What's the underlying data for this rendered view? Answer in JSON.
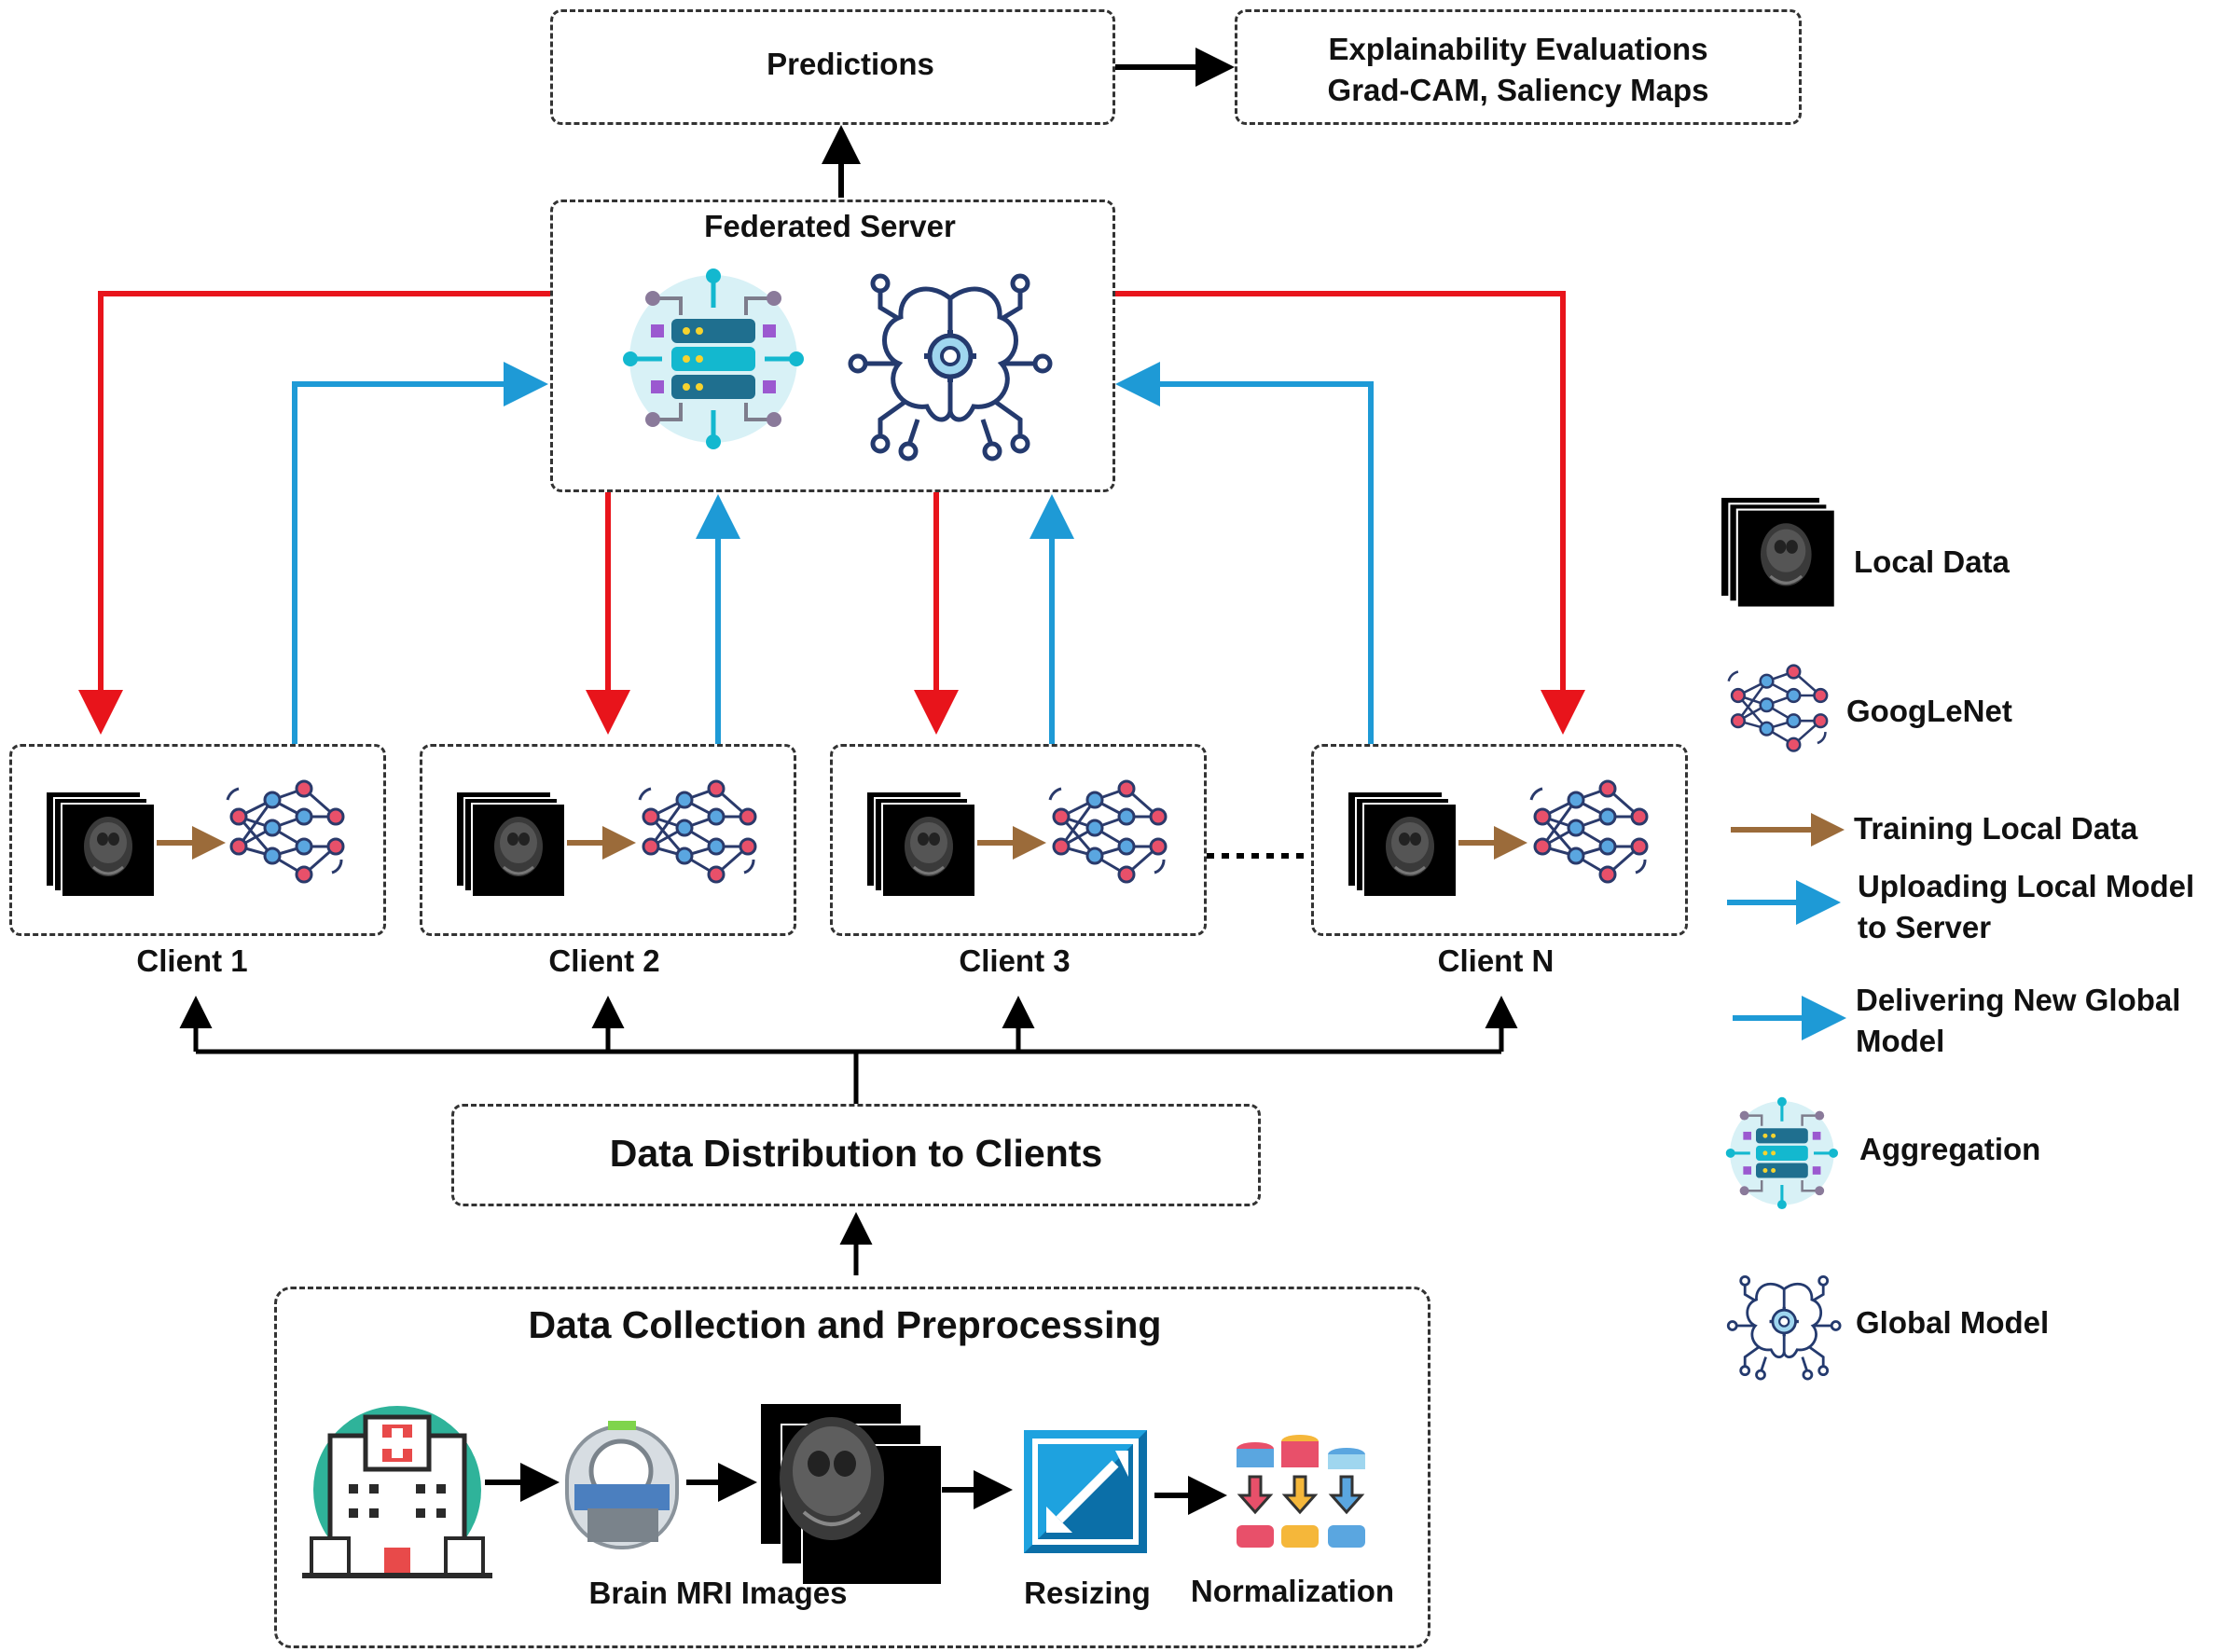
{
  "top": {
    "predictions": "Predictions",
    "explain_line1": "Explainability Evaluations",
    "explain_line2": "Grad-CAM, Saliency Maps"
  },
  "server": {
    "title": "Federated Server"
  },
  "clients": [
    {
      "label": "Client 1"
    },
    {
      "label": "Client 2"
    },
    {
      "label": "Client 3"
    },
    {
      "label": "Client N"
    }
  ],
  "distribution": {
    "title": "Data Distribution to Clients"
  },
  "collection": {
    "title": "Data Collection and Preprocessing",
    "mri_label": "Brain MRI Images",
    "resize_label": "Resizing",
    "norm_label": "Normalization"
  },
  "legend": {
    "local_data": "Local Data",
    "googlenet": "GoogLeNet",
    "training": "Training Local Data",
    "uploading_1": "Uploading Local Model",
    "uploading_2": "to Server",
    "delivering_1": "Delivering New Global",
    "delivering_2": "Model",
    "aggregation": "Aggregation",
    "global_model": "Global Model"
  },
  "colors": {
    "red_arrow": "#e8141b",
    "blue_arrow": "#1e9ad6",
    "brown_arrow": "#9b6b3a",
    "black_arrow": "#000000"
  },
  "icons": [
    "server-aggregation-icon",
    "brain-global-model-icon",
    "neural-network-icon",
    "mri-scan-stack-icon",
    "hospital-icon",
    "mri-scanner-icon",
    "resize-icon",
    "normalization-icon"
  ]
}
